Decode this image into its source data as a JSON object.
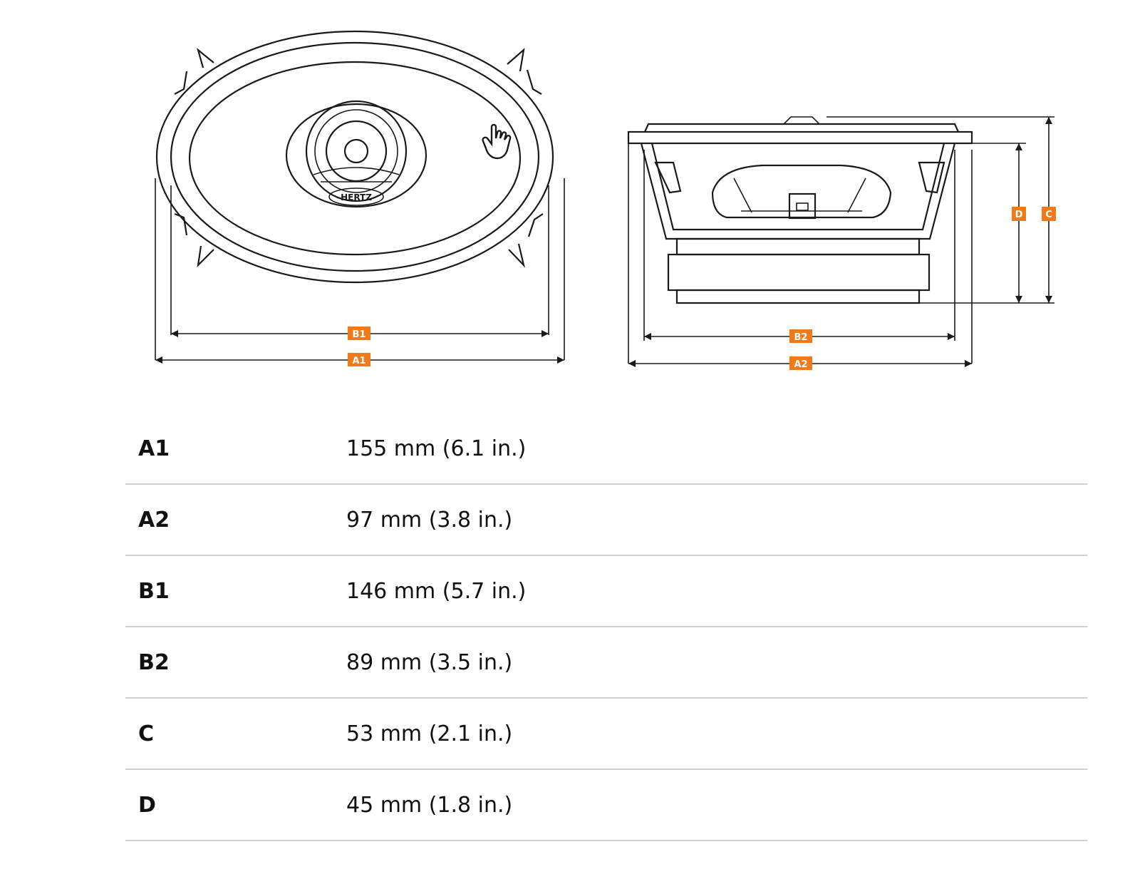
{
  "drawing": {
    "brand": "HERTZ",
    "labels": {
      "a1": "A1",
      "a2": "A2",
      "b1": "B1",
      "b2": "B2",
      "c": "C",
      "d": "D"
    },
    "accent_color": "#f07a1a"
  },
  "specs": [
    {
      "key": "A1",
      "value": "155 mm (6.1 in.)"
    },
    {
      "key": "A2",
      "value": "97 mm (3.8 in.)"
    },
    {
      "key": "B1",
      "value": "146 mm (5.7 in.)"
    },
    {
      "key": "B2",
      "value": "89 mm (3.5 in.)"
    },
    {
      "key": "C",
      "value": "53 mm (2.1 in.)"
    },
    {
      "key": "D",
      "value": "45 mm (1.8 in.)"
    }
  ]
}
